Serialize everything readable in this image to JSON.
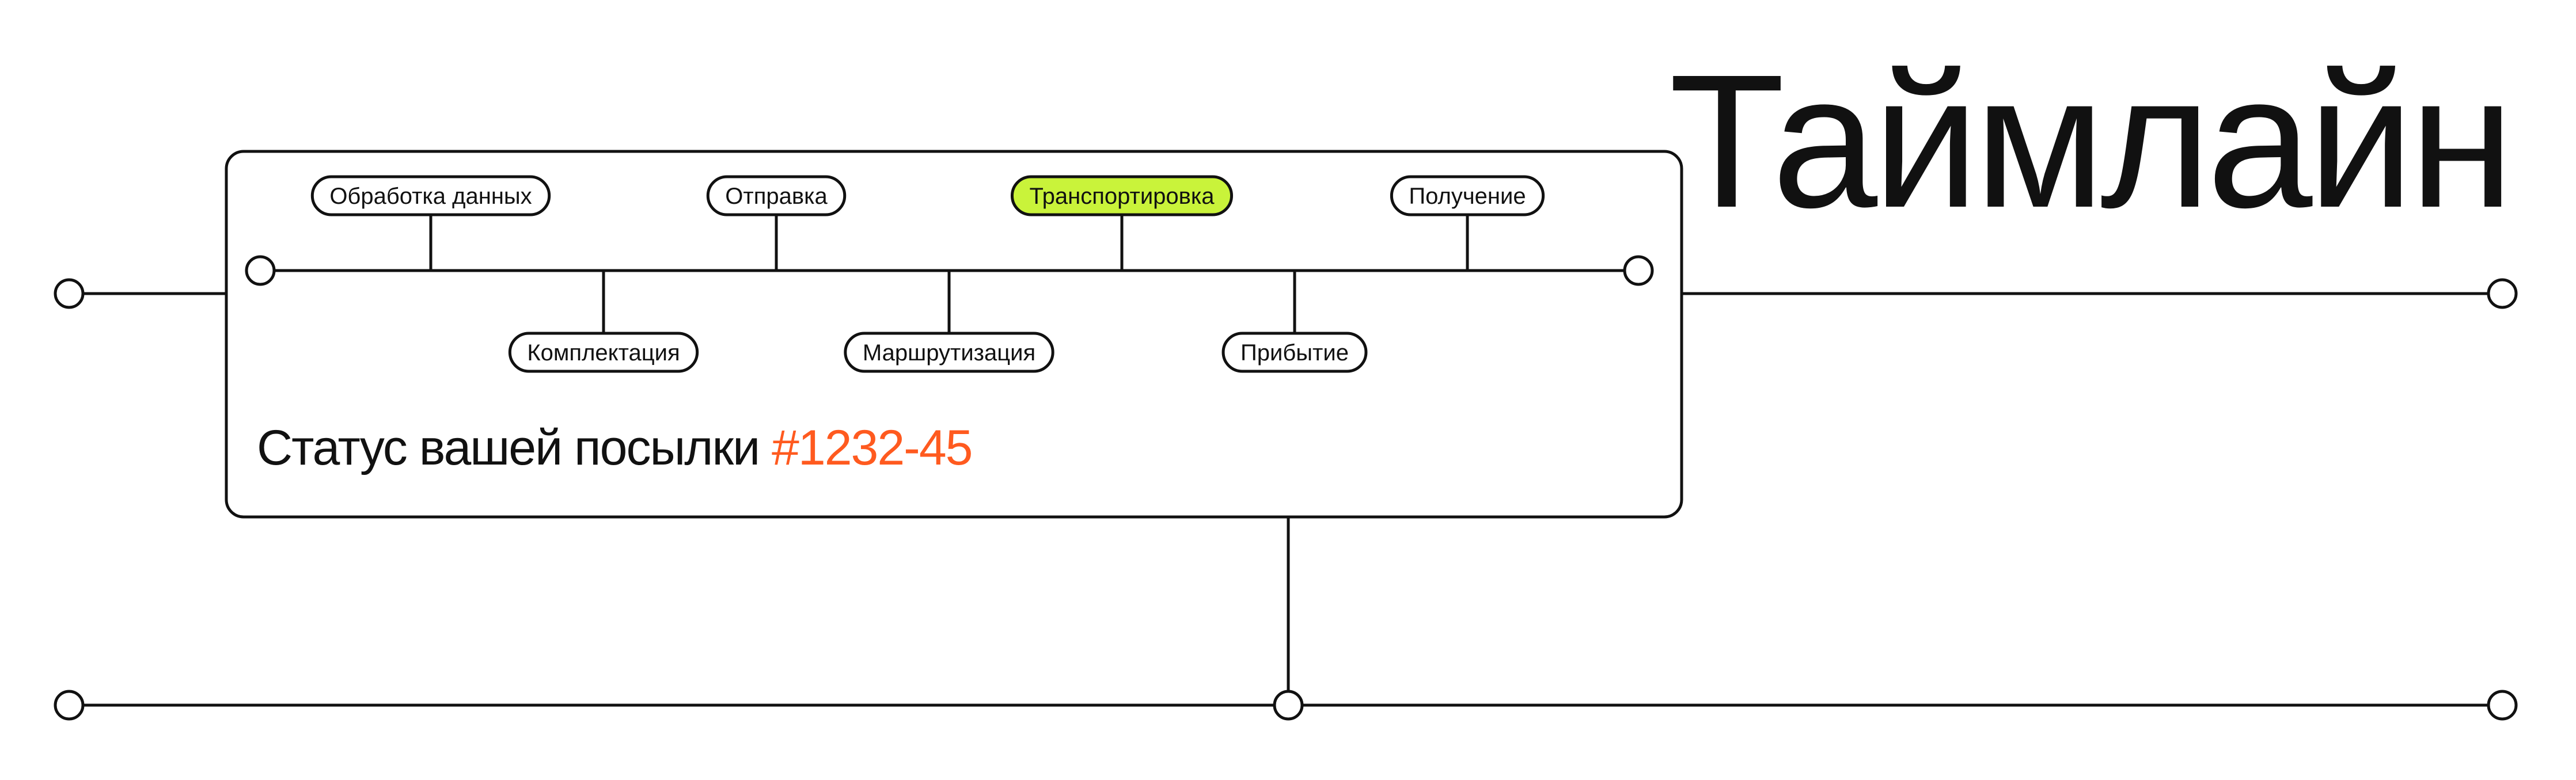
{
  "title": "Таймлайн",
  "status": {
    "label": "Статус вашей посылки",
    "parcel_number": "#1232-45"
  },
  "steps": [
    {
      "label": "Обработка данных",
      "row": "top",
      "active": false
    },
    {
      "label": "Комплектация",
      "row": "bottom",
      "active": false
    },
    {
      "label": "Отправка",
      "row": "top",
      "active": false
    },
    {
      "label": "Маршрутизация",
      "row": "bottom",
      "active": false
    },
    {
      "label": "Транспортировка",
      "row": "top",
      "active": true
    },
    {
      "label": "Прибытие",
      "row": "bottom",
      "active": false
    },
    {
      "label": "Получение",
      "row": "top",
      "active": false
    }
  ],
  "colors": {
    "ink": "#111111",
    "accent": "#ff5a1f",
    "active_step": "#c9f33a",
    "background": "#ffffff"
  }
}
